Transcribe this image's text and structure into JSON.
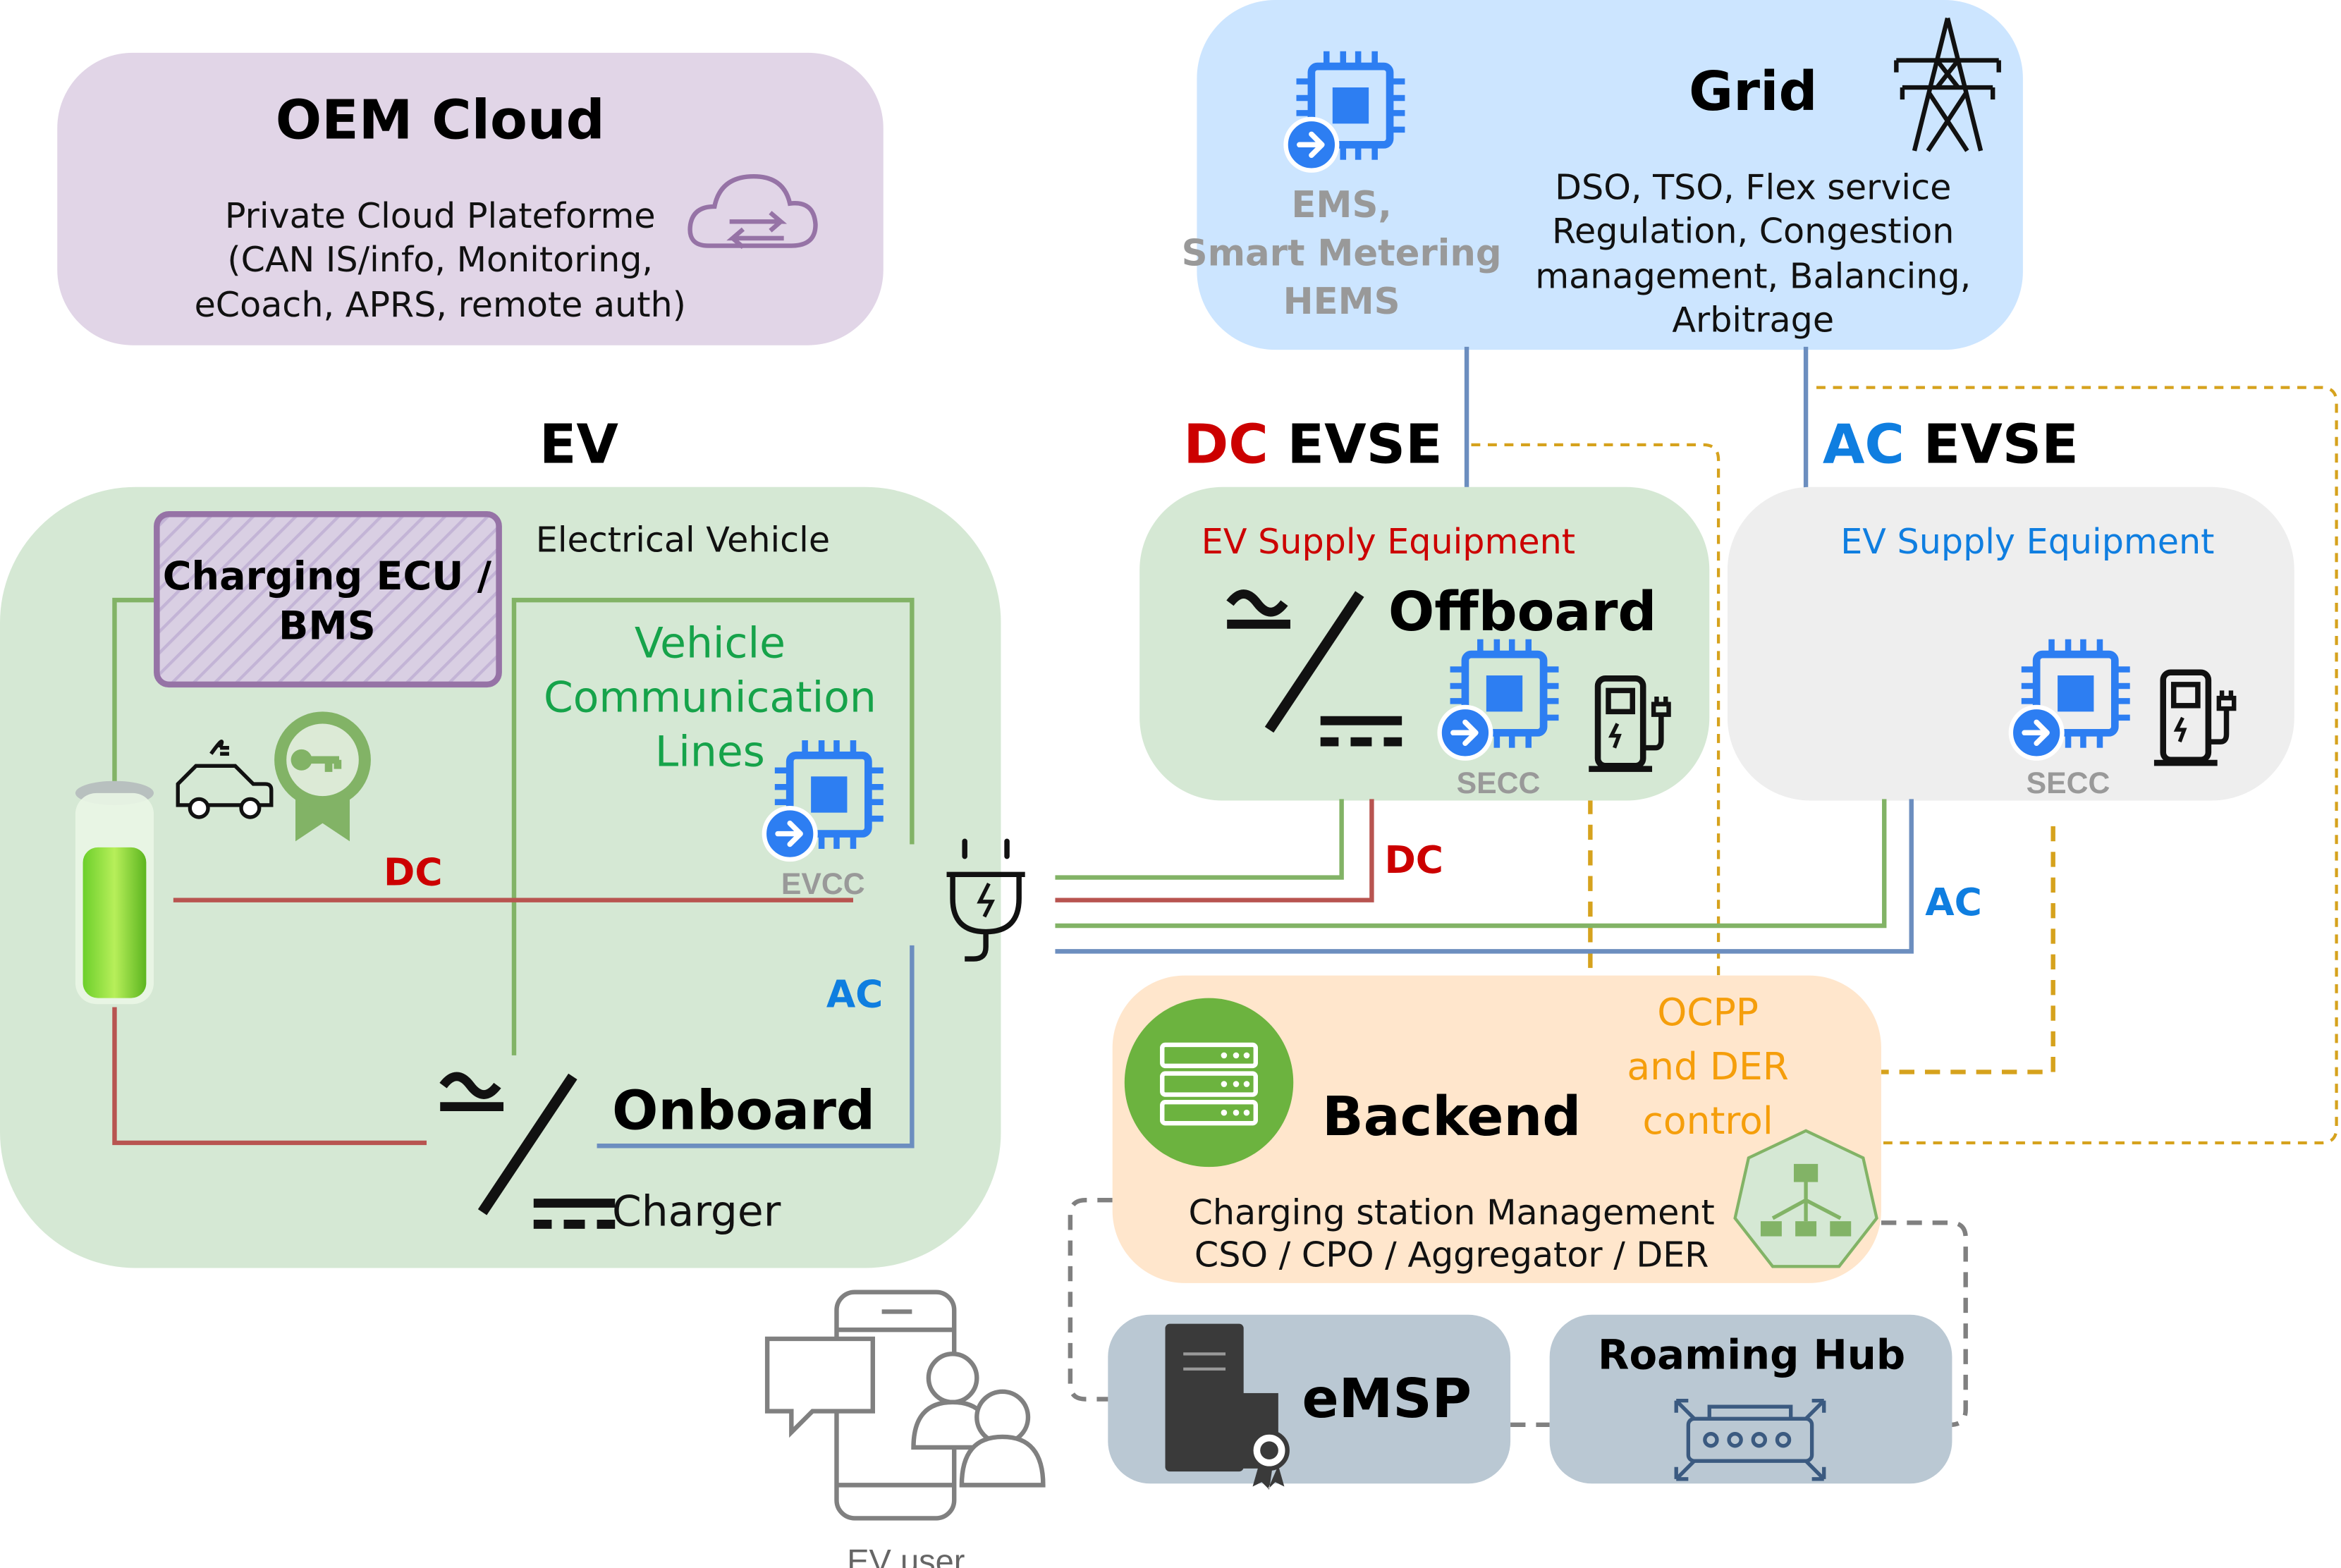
{
  "colors": {
    "oem_fill": "#e1d5e7",
    "grid_fill": "#cce5ff",
    "ev_fill": "#d5e8d4",
    "evse_dc_fill": "#d5e8d4",
    "evse_ac_fill": "#eeeeee",
    "backend_fill": "#ffe6cc",
    "emsp_fill": "#bac8d3",
    "ecu_stroke": "#9673a6",
    "line_green": "#82b366",
    "line_red": "#b85450",
    "line_blue": "#6c8ebf",
    "line_dashed_orange": "#d6a21d",
    "line_dashed_gray": "#808080",
    "dc_text": "#cc0000",
    "ac_text": "#0f7ee0",
    "green_text": "#16a34a",
    "orange_text": "#f59e0b",
    "gray_text": "#999999",
    "chip_blue": "#2d7ef2"
  },
  "oem": {
    "title": "OEM Cloud",
    "line1": "Private Cloud Plateforme",
    "line2": "(CAN IS/info, Monitoring,",
    "line3": "eCoach, APRS, remote auth)",
    "icon": "cloud-sync-icon"
  },
  "grid": {
    "title": "Grid",
    "ems_line1": "EMS,",
    "ems_line2": "Smart Metering",
    "ems_line3": "HEMS",
    "desc1": "DSO, TSO, Flex service",
    "desc2": "Regulation, Congestion",
    "desc3": "management, Balancing,",
    "desc4": "Arbitrage",
    "icons": [
      "chip-icon",
      "power-pylon-icon"
    ]
  },
  "ev": {
    "title": "EV",
    "subtitle": "Electrical Vehicle",
    "ecu_line1": "Charging ECU /",
    "ecu_line2": "BMS",
    "comm_line1": "Vehicle",
    "comm_line2": "Communication",
    "comm_line3": "Lines",
    "evcc_label": "EVCC",
    "dc_label": "DC",
    "ac_label": "AC",
    "onboard_label": "Onboard",
    "charger_label": "Charger",
    "icons": [
      "battery-icon",
      "ev-car-icon",
      "certificate-key-icon",
      "chip-icon",
      "plug-icon",
      "converter-icon"
    ]
  },
  "dc_evse": {
    "title_prefix": "DC",
    "title_suffix": " EVSE",
    "supply": "EV Supply Equipment",
    "offboard": "Offboard",
    "secc": "SECC",
    "link_label": "DC"
  },
  "ac_evse": {
    "title_prefix": "AC",
    "title_suffix": " EVSE",
    "supply": "EV Supply Equipment",
    "secc": "SECC",
    "link_label": "AC"
  },
  "backend": {
    "title": "Backend",
    "ocpp1": "OCPP",
    "ocpp2": "and DER",
    "ocpp3": "control",
    "desc1": "Charging station Management",
    "desc2": "CSO / CPO / Aggregator / DER",
    "icons": [
      "server-rack-icon",
      "hierarchy-icon"
    ]
  },
  "emsp": {
    "title": "eMSP",
    "icon": "server-certificate-icon"
  },
  "roaming": {
    "title": "Roaming Hub",
    "icon": "network-hub-icon"
  },
  "user": {
    "label": "EV user",
    "icon": "phone-users-icon"
  }
}
